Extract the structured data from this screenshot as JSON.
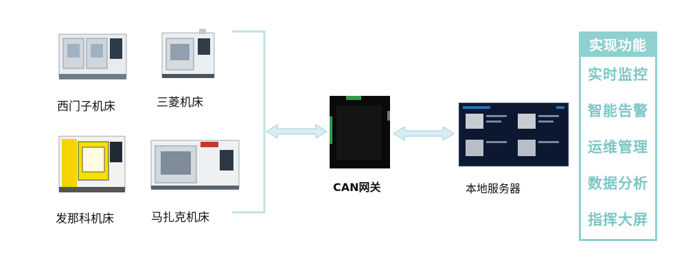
{
  "machines": [
    {
      "label": "西门子机床"
    },
    {
      "label": "三菱机床"
    },
    {
      "label": "发那科机床"
    },
    {
      "label": "马扎克机床"
    }
  ],
  "gateway": {
    "label": "CAN网关"
  },
  "server": {
    "label": "本地服务器"
  },
  "functions": {
    "title": "实现功能",
    "items": [
      "实时监控",
      "智能告警",
      "运维管理",
      "数据分析",
      "指挥大屏"
    ]
  },
  "colors": {
    "accent": "#8fd0d0",
    "accent_text": "#7cc6c6",
    "bracket": "#bfe2e6",
    "arrow_fill": "#d8eef2",
    "arrow_stroke": "#9fcfd8"
  }
}
